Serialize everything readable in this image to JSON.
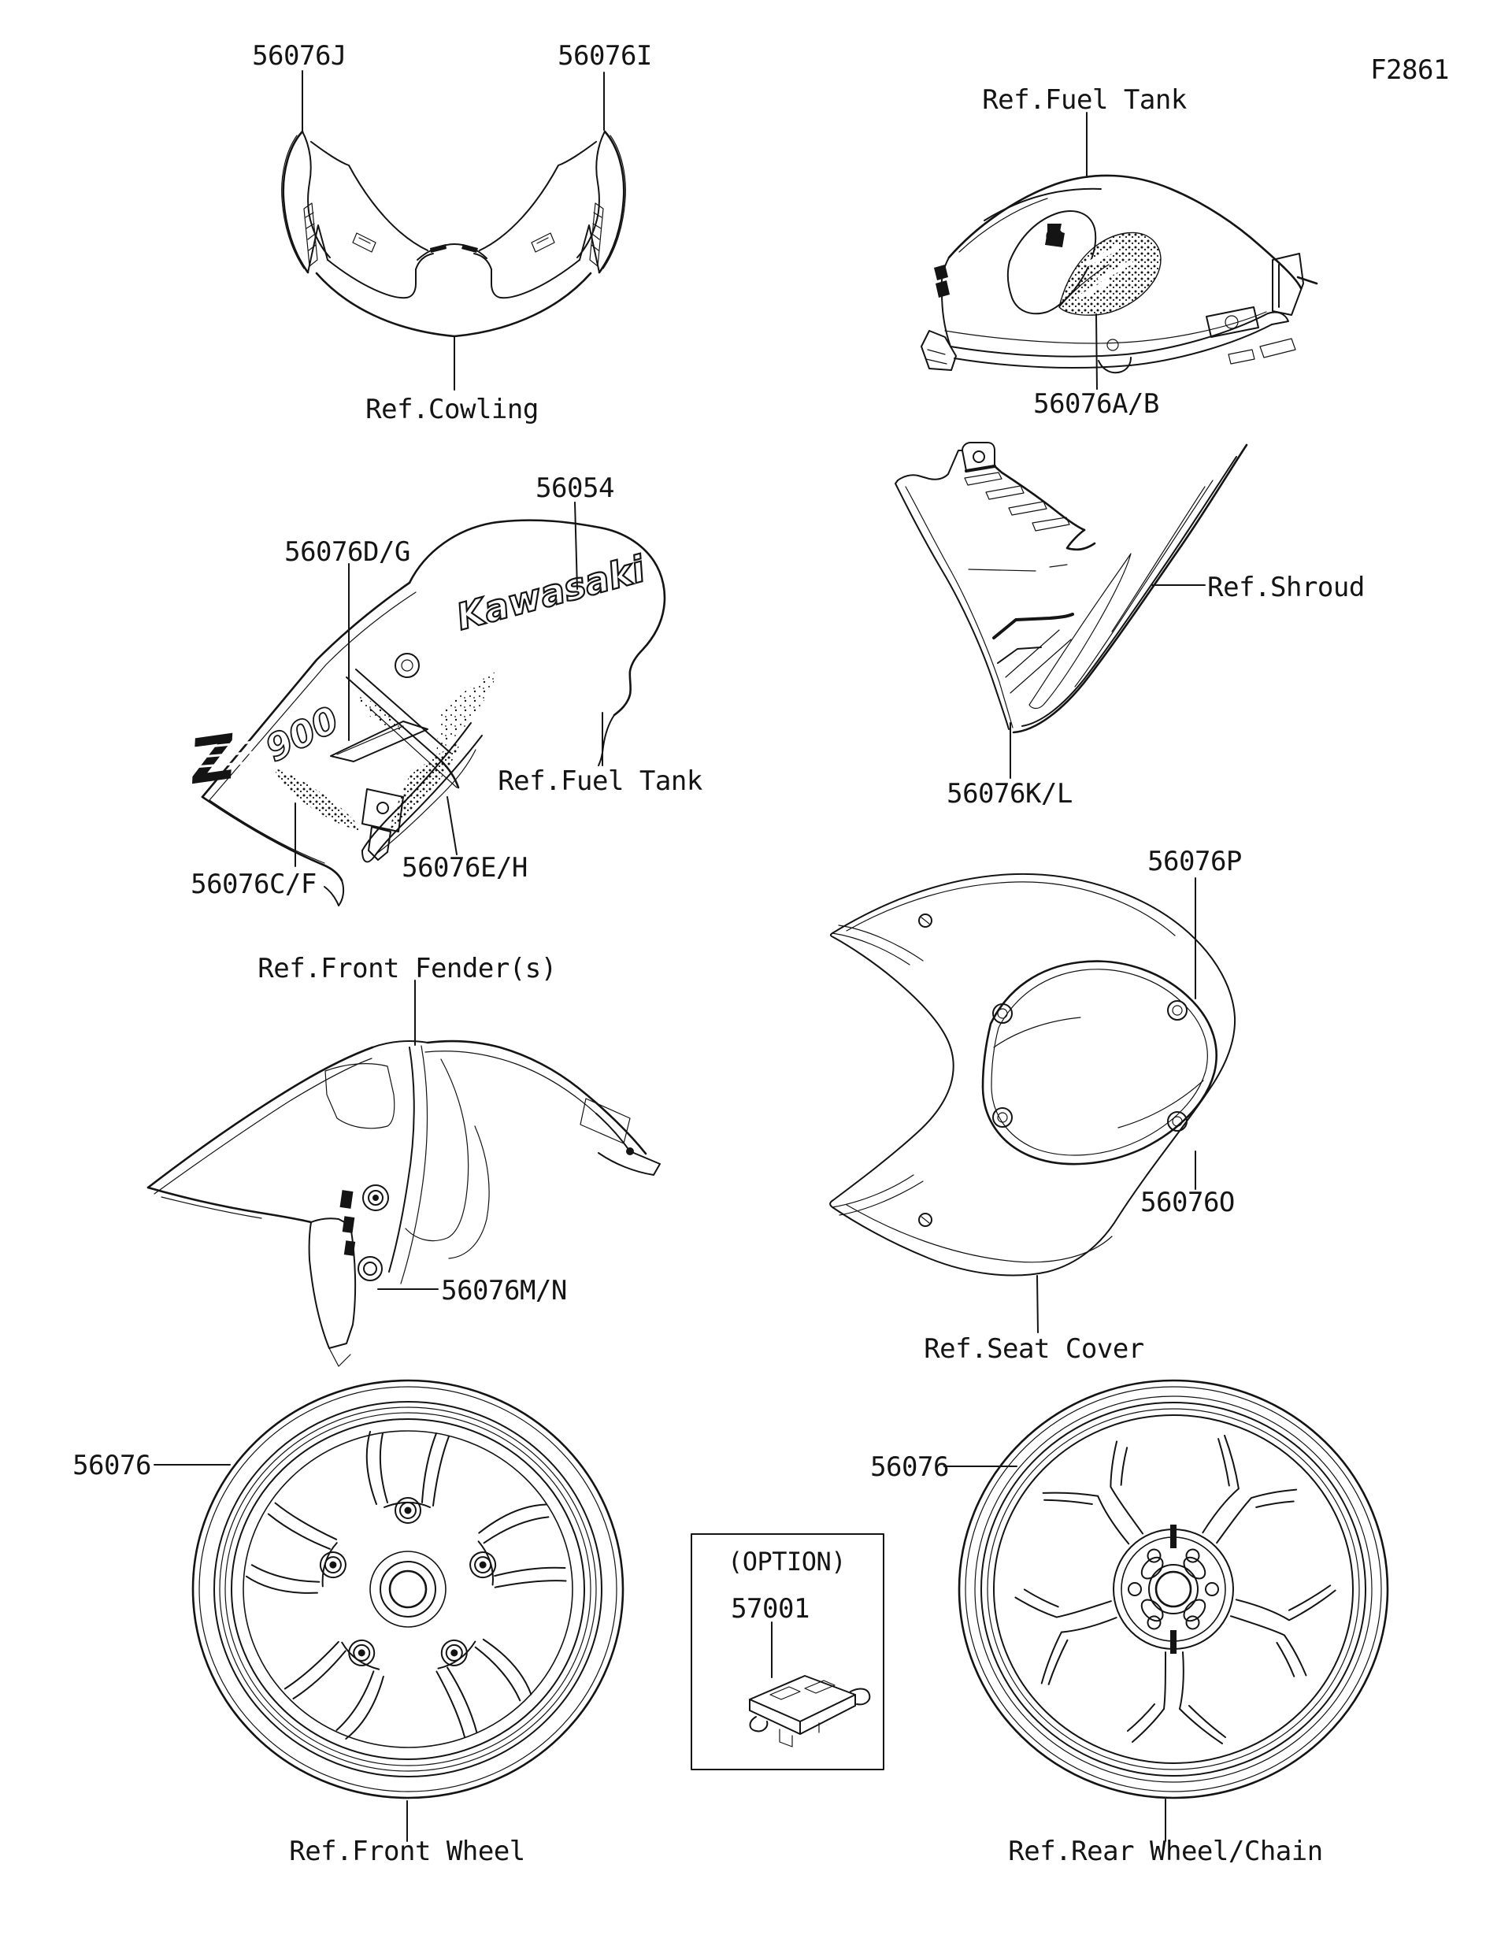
{
  "figure": {
    "code": "F2861"
  },
  "colors": {
    "ink": "#141414",
    "background": "#ffffff"
  },
  "cowling": {
    "label_left": "56076J",
    "label_right": "56076I",
    "ref": "Ref.Cowling"
  },
  "fuel_tank": {
    "ref": "Ref.Fuel Tank",
    "label": "56076A/B"
  },
  "tank_side": {
    "label_logo": "56054",
    "label_front": "56076D/G",
    "ref": "Ref.Fuel Tank",
    "label_lower_front": "56076C/F",
    "label_lower_rear": "56076E/H",
    "decals": {
      "brand": "Kawasaki",
      "z": "Z",
      "model": "900"
    }
  },
  "shroud": {
    "ref": "Ref.Shroud",
    "label": "56076K/L"
  },
  "front_fender": {
    "ref": "Ref.Front Fender(s)",
    "label": "56076M/N"
  },
  "seat_cover": {
    "label_upper": "56076P",
    "label_lower": "56076O",
    "ref": "Ref.Seat Cover"
  },
  "front_wheel": {
    "label": "56076",
    "ref": "Ref.Front Wheel"
  },
  "option": {
    "title": "(OPTION)",
    "label": "57001"
  },
  "rear_wheel": {
    "label": "56076",
    "ref": "Ref.Rear Wheel/Chain"
  }
}
